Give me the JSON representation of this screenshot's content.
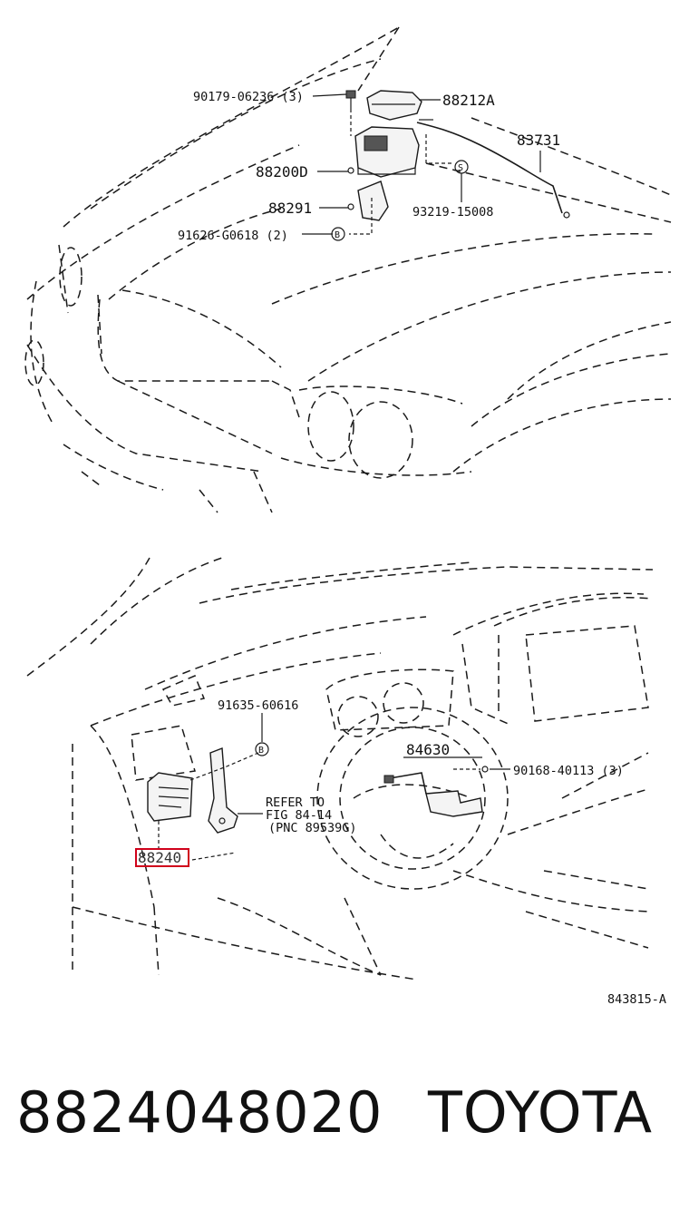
{
  "top_callouts": {
    "bolt_90179": "90179-06236 (3)",
    "part_88212A": "88212A",
    "part_83731": "83731",
    "part_88200D": "88200D",
    "part_88291": "88291",
    "part_93219": "93219-15008",
    "part_91626": "91626-G0618 (2)",
    "marker_s": "S",
    "marker_b": "B"
  },
  "bottom_callouts": {
    "part_91635": "91635-60616",
    "part_84630": "84630",
    "part_90168": "90168-40113 (3)",
    "refer_line1": "REFER TO",
    "refer_line2": "FIG 84-14",
    "refer_line3": "(PNC 89539G)",
    "part_88240": "88240",
    "marker_b": "B"
  },
  "figure_id": "843815-A",
  "footer": {
    "part_number": "8824048020",
    "brand": "TOYOTA"
  },
  "colors": {
    "highlight": "#d0021b",
    "ink": "#1a1a1a"
  }
}
